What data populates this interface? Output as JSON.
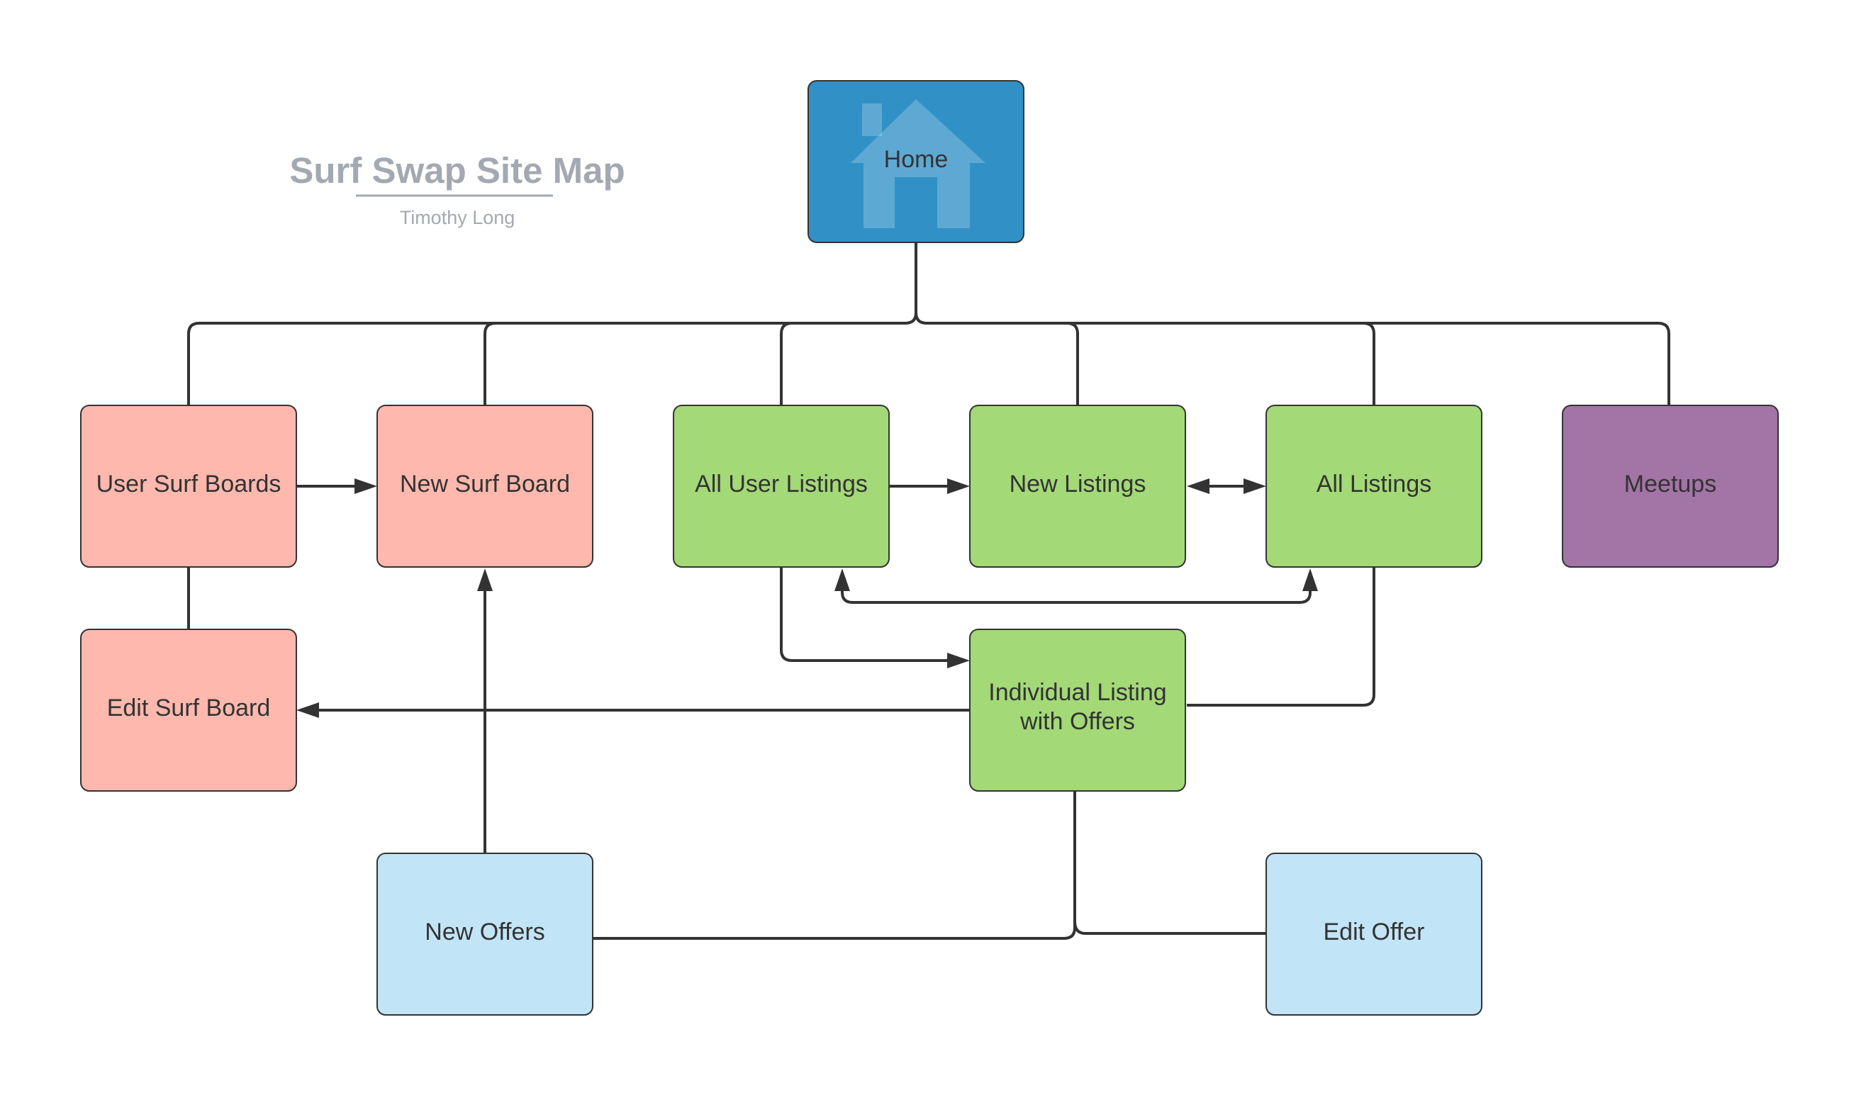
{
  "header": {
    "title": "Surf Swap Site Map",
    "author": "Timothy Long"
  },
  "colors": {
    "home": "#3191c7",
    "surf_board": "#ffb8ad",
    "listing": "#a3d977",
    "meetups": "#a374a6",
    "offer": "#c2e4f7",
    "line": "#333333",
    "title": "#a3a9b2"
  },
  "nodes": {
    "home": {
      "label": "Home",
      "icon": "house-icon"
    },
    "user_surf_boards": {
      "label": "User Surf Boards"
    },
    "new_surf_board": {
      "label": "New Surf Board"
    },
    "all_user_listings": {
      "label": "All User Listings"
    },
    "new_listings": {
      "label": "New Listings"
    },
    "all_listings": {
      "label": "All Listings"
    },
    "meetups": {
      "label": "Meetups"
    },
    "edit_surf_board": {
      "label": "Edit Surf Board"
    },
    "individual_listing": {
      "label_line1": "Individual Listing",
      "label_line2": "with Offers"
    },
    "new_offers": {
      "label": "New Offers"
    },
    "edit_offer": {
      "label": "Edit Offer"
    }
  }
}
